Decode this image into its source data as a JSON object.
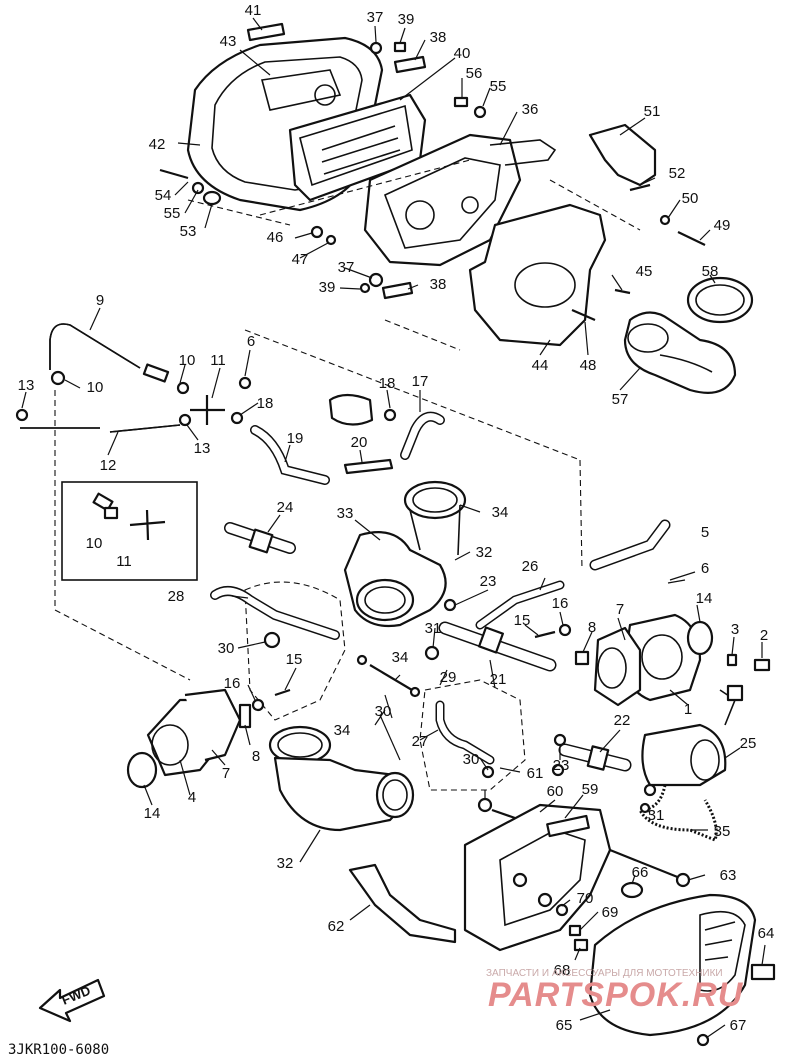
{
  "diagram_code": "3JKR100-6080",
  "fwd_label": "FWD",
  "watermark": {
    "caption": "ЗАПЧАСТИ И АКСЕССУАРЫ ДЛЯ МОТОТЕХНИКИ",
    "brand": "PARTSPOK.RU"
  },
  "callouts": {
    "c1": "1",
    "c2": "2",
    "c3": "3",
    "c4": "4",
    "c5": "5",
    "c6a": "6",
    "c6b": "6",
    "c7a": "7",
    "c7b": "7",
    "c8a": "8",
    "c8b": "8",
    "c9": "9",
    "c10a": "10",
    "c10b": "10",
    "c10c": "10",
    "c11a": "11",
    "c11b": "11",
    "c12": "12",
    "c13a": "13",
    "c13b": "13",
    "c14a": "14",
    "c14b": "14",
    "c15a": "15",
    "c15b": "15",
    "c16a": "16",
    "c16b": "16",
    "c17": "17",
    "c18a": "18",
    "c18b": "18",
    "c19": "19",
    "c20": "20",
    "c21": "21",
    "c22": "22",
    "c23a": "23",
    "c23b": "23",
    "c24": "24",
    "c25": "25",
    "c26": "26",
    "c27": "27",
    "c28": "28",
    "c29": "29",
    "c30a": "30",
    "c30b": "30",
    "c30c": "30",
    "c31a": "31",
    "c31b": "31",
    "c32a": "32",
    "c32b": "32",
    "c33": "33",
    "c34a": "34",
    "c34b": "34",
    "c34c": "34",
    "c35": "35",
    "c36": "36",
    "c37a": "37",
    "c37b": "37",
    "c38a": "38",
    "c38b": "38",
    "c39a": "39",
    "c39b": "39",
    "c40": "40",
    "c41": "41",
    "c42": "42",
    "c43": "43",
    "c44": "44",
    "c45": "45",
    "c46": "46",
    "c47": "47",
    "c48": "48",
    "c49": "49",
    "c50": "50",
    "c51": "51",
    "c52": "52",
    "c53": "53",
    "c54": "54",
    "c55a": "55",
    "c55b": "55",
    "c56": "56",
    "c57": "57",
    "c58": "58",
    "c59": "59",
    "c60": "60",
    "c61": "61",
    "c62": "62",
    "c63": "63",
    "c64": "64",
    "c65": "65",
    "c66": "66",
    "c67": "67",
    "c68": "68",
    "c69": "69",
    "c70": "70"
  }
}
